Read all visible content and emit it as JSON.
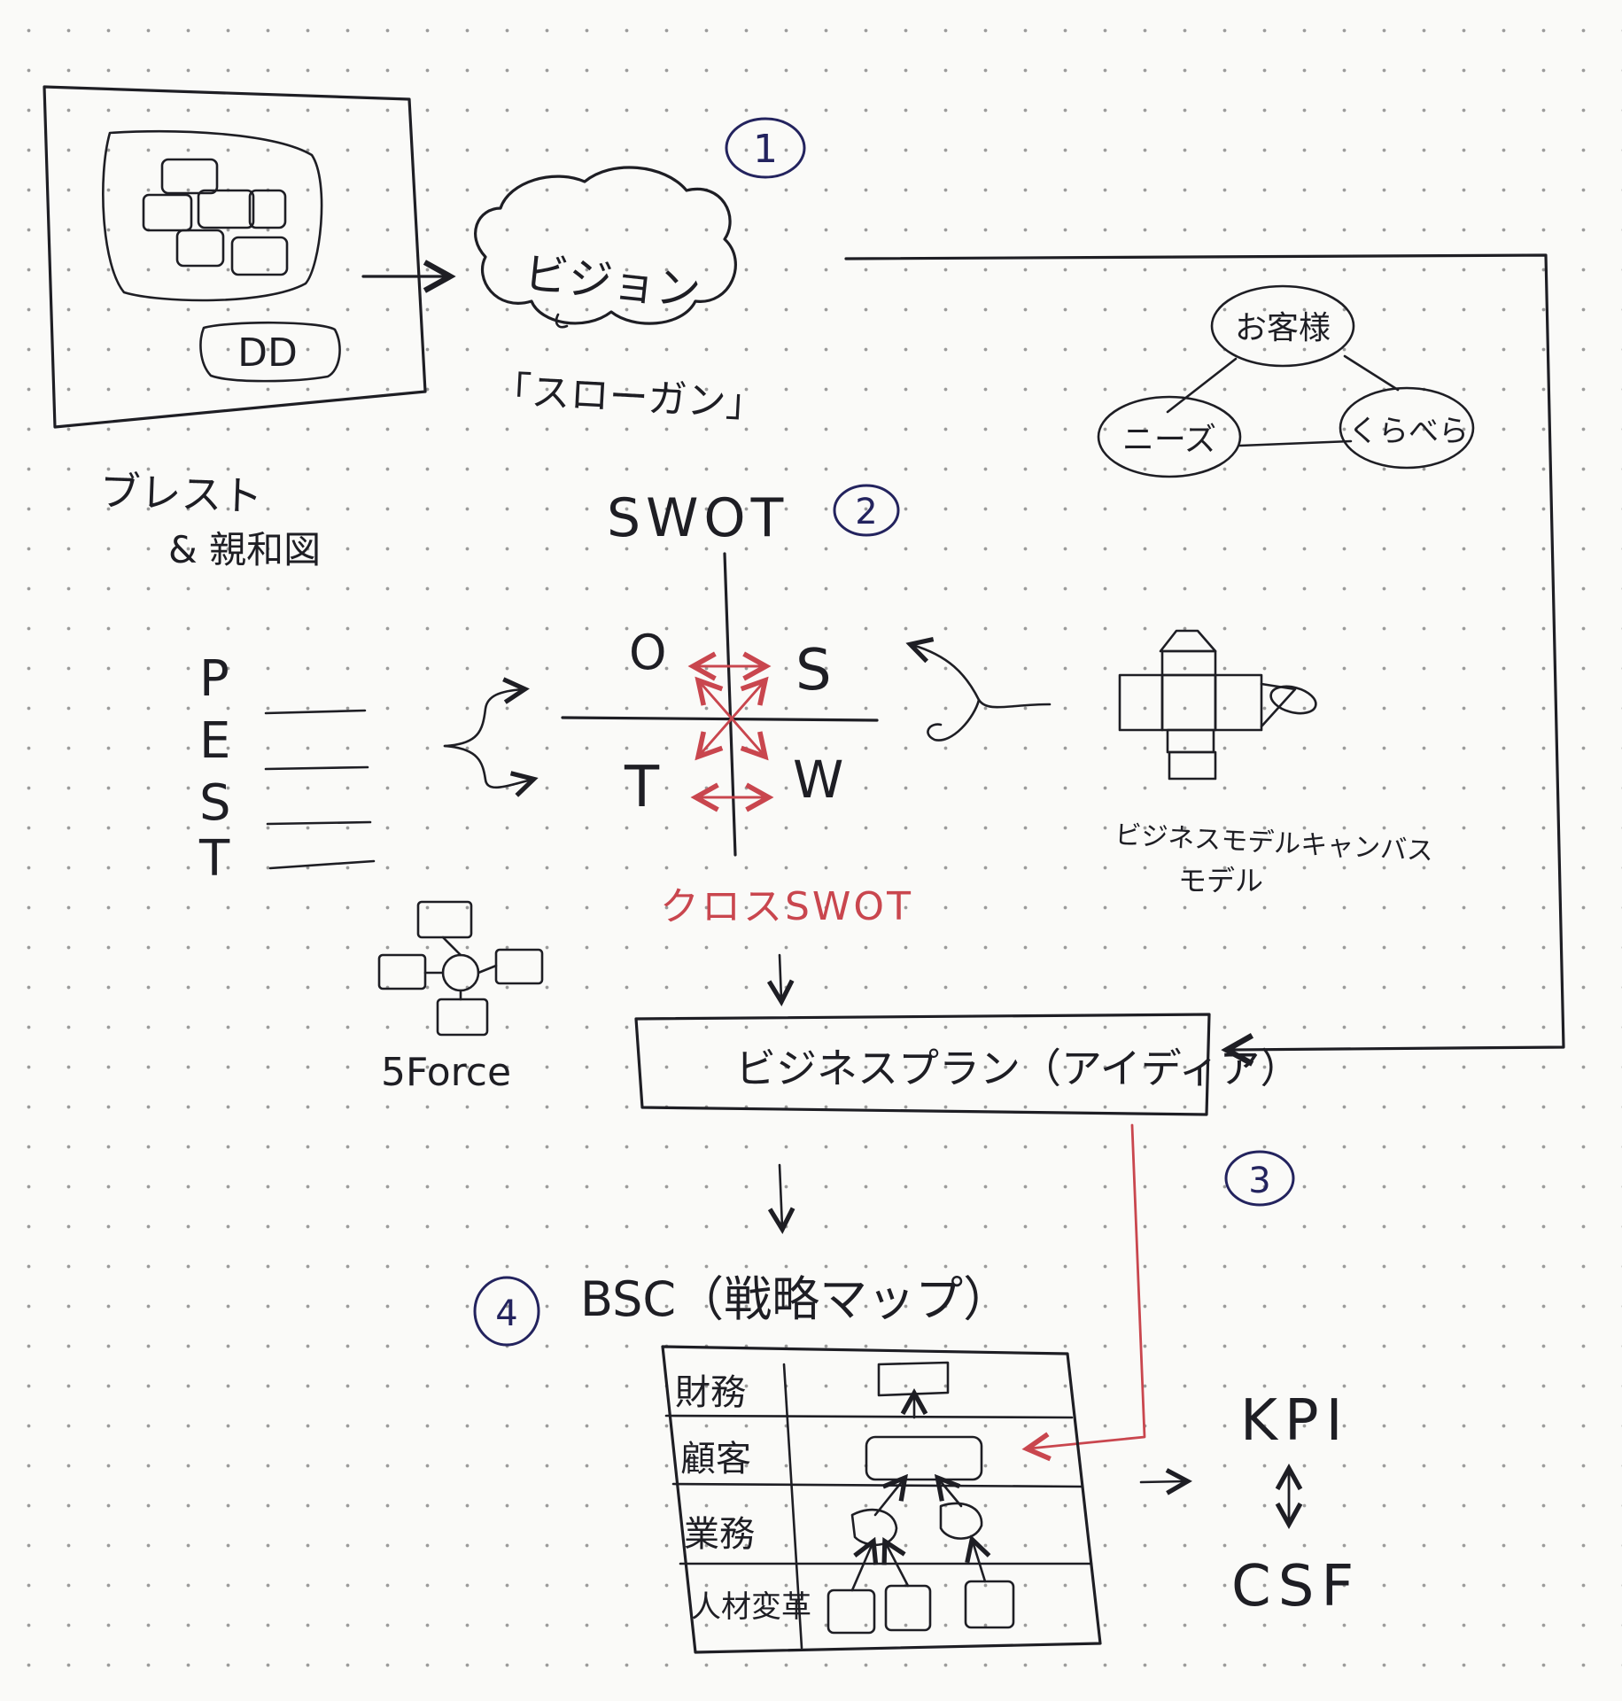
{
  "brainstorm": {
    "label_line1": "ブレスト",
    "label_line2": "& 親和図",
    "inner_label": "DD"
  },
  "vision": {
    "step": "1",
    "label": "ビジョン",
    "slogan": "「スローガン」"
  },
  "value_triangle": {
    "top": "お客様",
    "left": "ニーズ",
    "right": "くらべら"
  },
  "swot": {
    "step": "2",
    "title": "SWOT",
    "quadrants": {
      "o": "O",
      "s": "S",
      "t": "T",
      "w": "W"
    },
    "cross_label": "クロスSWOT"
  },
  "pest": {
    "letters": [
      "P",
      "E",
      "S",
      "T"
    ]
  },
  "five_force": {
    "label": "5Force"
  },
  "business_model": {
    "label_line1": "ビジネスモデルキャンバス",
    "label_line2": "モデル"
  },
  "business_plan": {
    "step": "3",
    "label": "ビジネスプラン（アイディア）"
  },
  "bsc": {
    "step": "4",
    "title": "BSC（戦略マップ）",
    "rows": [
      "財務",
      "顧客",
      "業務",
      "人材変革"
    ]
  },
  "kpi": {
    "top": "KPI",
    "bottom": "CSF"
  },
  "colors": {
    "ink": "#1e1e24",
    "accent_red": "#c9464e",
    "step_blue": "#23235e",
    "paper": "#fafaf8"
  }
}
